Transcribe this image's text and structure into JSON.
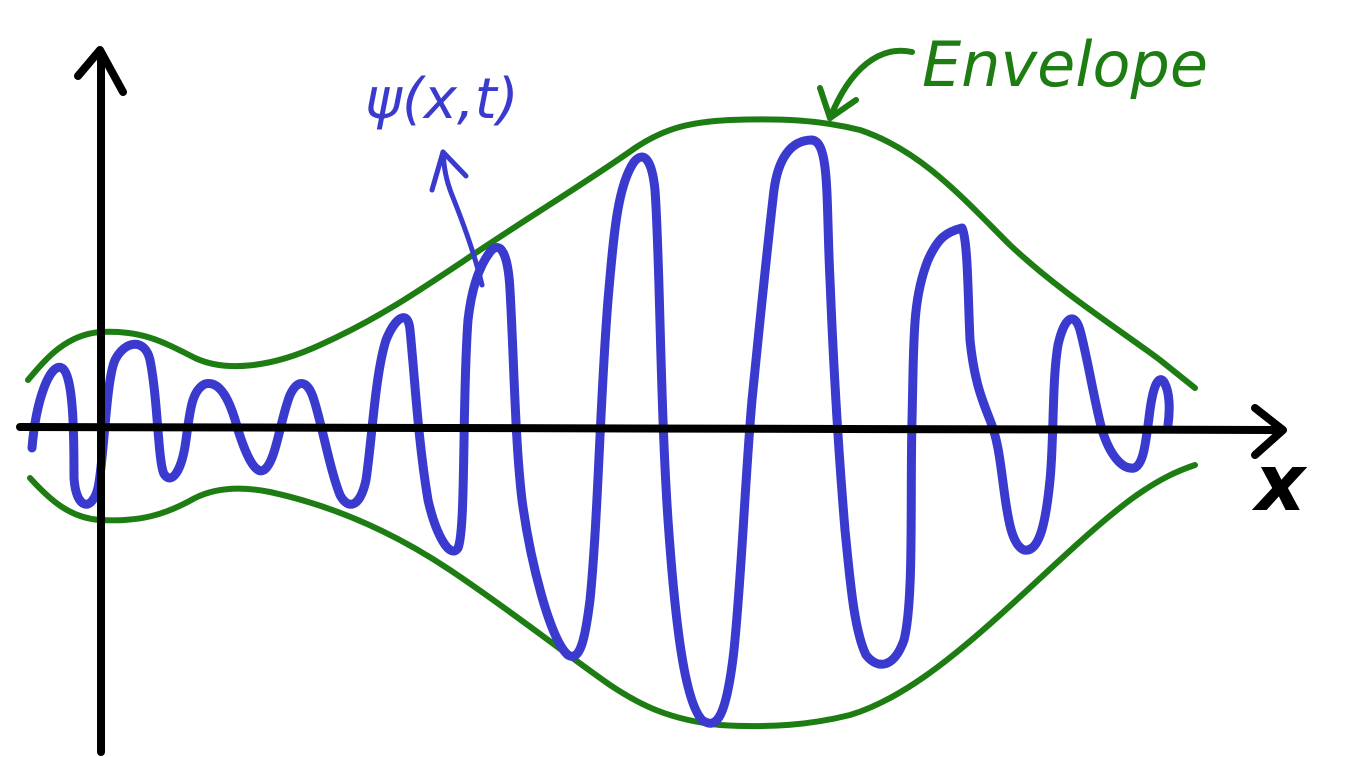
{
  "labels": {
    "psi": "ψ(x,t)",
    "envelope": "Envelope",
    "x_axis": "x"
  },
  "colors": {
    "axis": "#000000",
    "wave": "#3a3acf",
    "envelope": "#1e7d12",
    "background": "#ffffff"
  }
}
